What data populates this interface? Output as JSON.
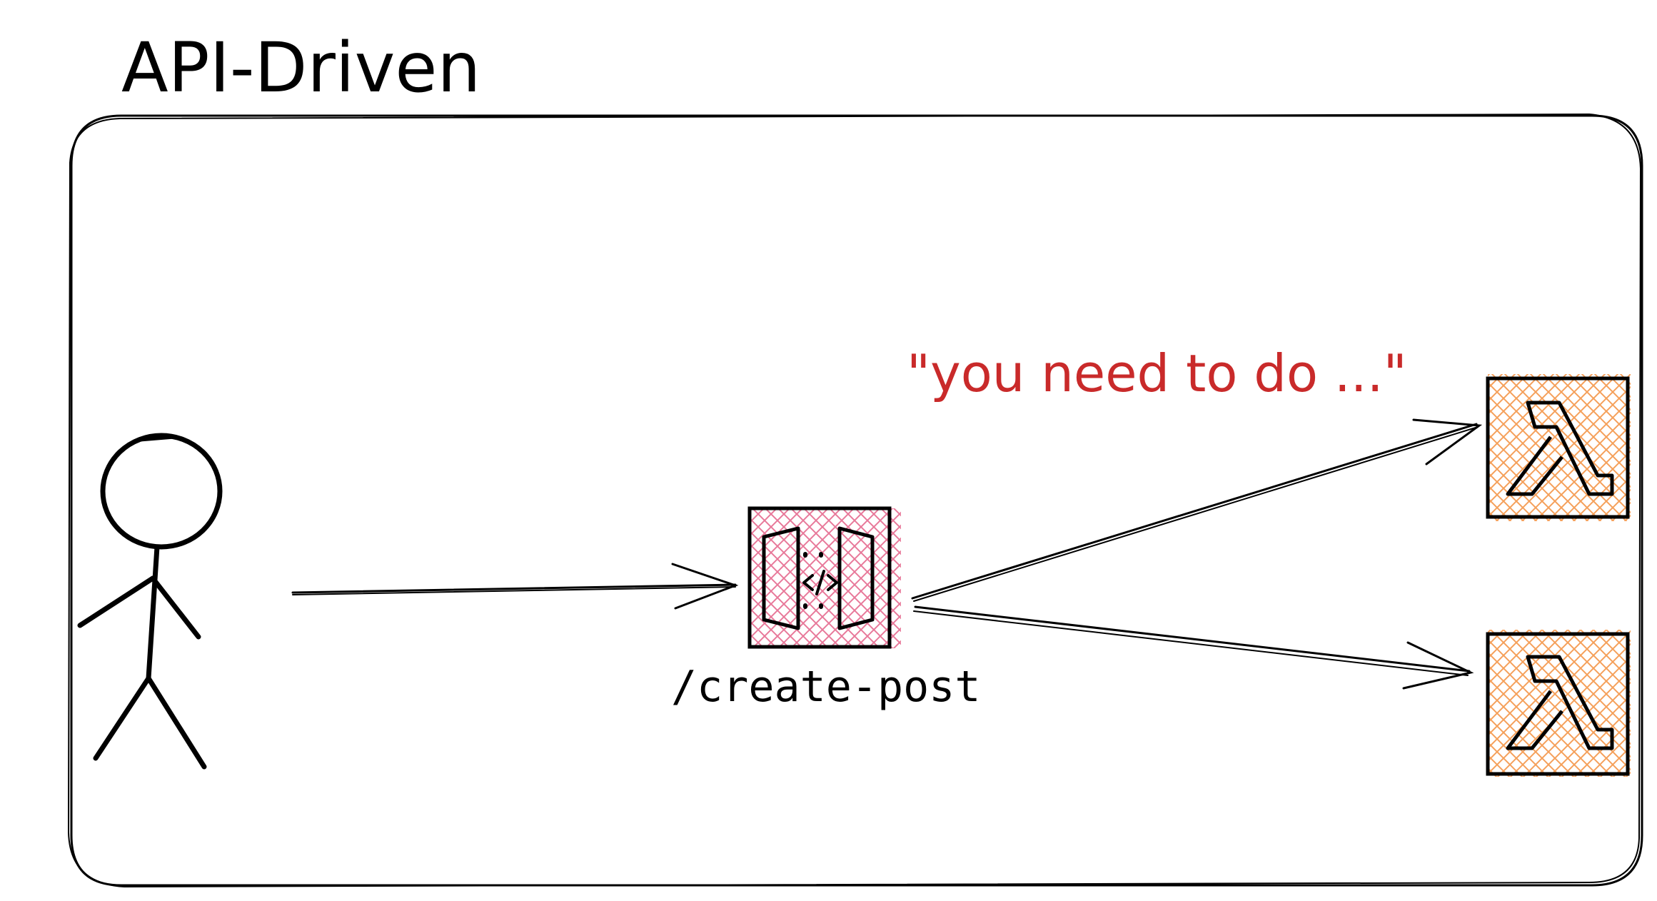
{
  "title": "API-Driven",
  "api_gateway": {
    "icon": "api-gateway-icon",
    "label": "/create-post",
    "color": "#e8799a"
  },
  "lambdas": [
    {
      "icon": "lambda-icon",
      "color": "#f5a05a"
    },
    {
      "icon": "lambda-icon",
      "color": "#f5a05a"
    }
  ],
  "annotation": {
    "text": "\"you need to do ...\"",
    "color": "#c92a2a"
  },
  "actor": {
    "icon": "stick-figure-user-icon"
  }
}
